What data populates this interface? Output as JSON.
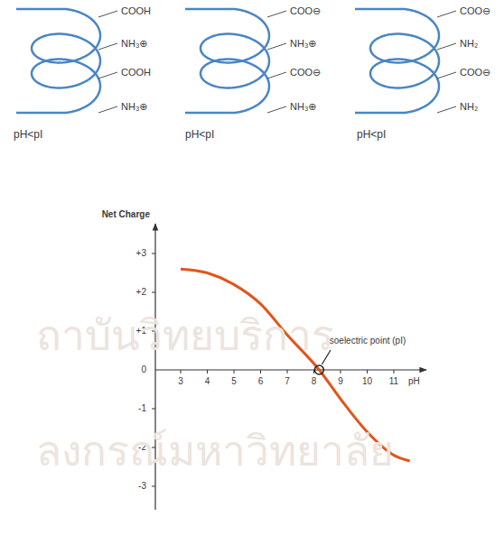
{
  "diagram": {
    "labels": [
      "COOH",
      "NH₃⊕",
      "COOH",
      "NH₃⊕",
      "COO⊖",
      "NH₃⊕",
      "COO⊖",
      "NH₃⊕",
      "COO⊖",
      "NH₂",
      "COO⊖",
      "NH₂",
      "pH<pI",
      "pH<pI",
      "pH<pI",
      "Net Charge",
      "+3",
      "+2",
      "+1",
      "0",
      "-1",
      "-2",
      "-3",
      "3",
      "4",
      "5",
      "6",
      "7",
      "8",
      "9",
      "10",
      "11",
      "pH",
      "Isoelectric point (pI)",
      "ถาบันวิทยบริการ",
      "ลงกรณ์มหาวิทยาลัย"
    ]
  }
}
